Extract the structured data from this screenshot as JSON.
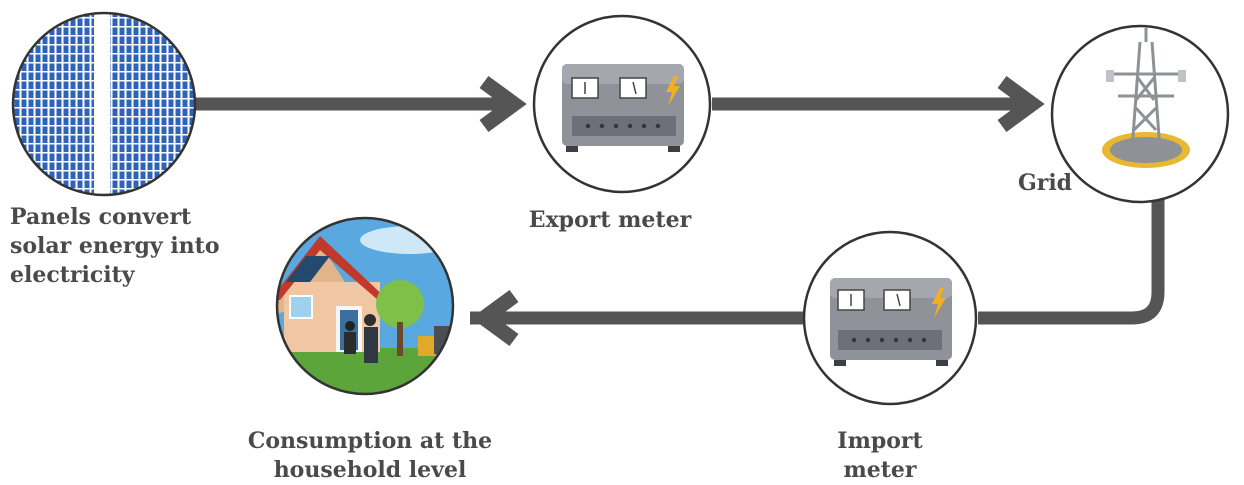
{
  "nodes": {
    "panels": {
      "label": "Panels convert\nsolar energy into\nelectricity",
      "icon": "solar-panel-icon"
    },
    "export_meter": {
      "label": "Export meter",
      "icon": "meter-icon"
    },
    "grid": {
      "label": "Grid",
      "icon": "pylon-icon"
    },
    "import_meter": {
      "label": "Import\nmeter",
      "icon": "meter-icon"
    },
    "household": {
      "label": "Consumption at the\nhousehold level",
      "icon": "house-icon"
    }
  },
  "colors": {
    "arrow": "#555555",
    "circle_border": "#333333",
    "panel_blue": "#2f63b8",
    "meter_body": "#8f9299",
    "bolt": "#f2b01e",
    "house_roof": "#c0392b",
    "sky": "#5aa8e0",
    "grass": "#5ca53a"
  }
}
